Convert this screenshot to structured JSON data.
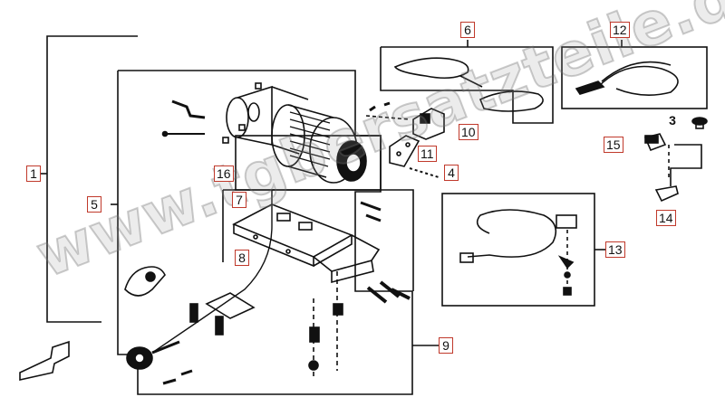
{
  "callouts": {
    "c1": "1",
    "c3": "3",
    "c4": "4",
    "c5": "5",
    "c6": "6",
    "c7": "7",
    "c8": "8",
    "c9": "9",
    "c10": "10",
    "c11": "11",
    "c12": "12",
    "c13": "13",
    "c14": "14",
    "c15": "15",
    "c16": "16"
  },
  "watermark": "www.tgbersatzteile.de",
  "colors": {
    "line": "#111111",
    "callout_border": "#c0392b",
    "watermark": "#9a9a9a"
  }
}
